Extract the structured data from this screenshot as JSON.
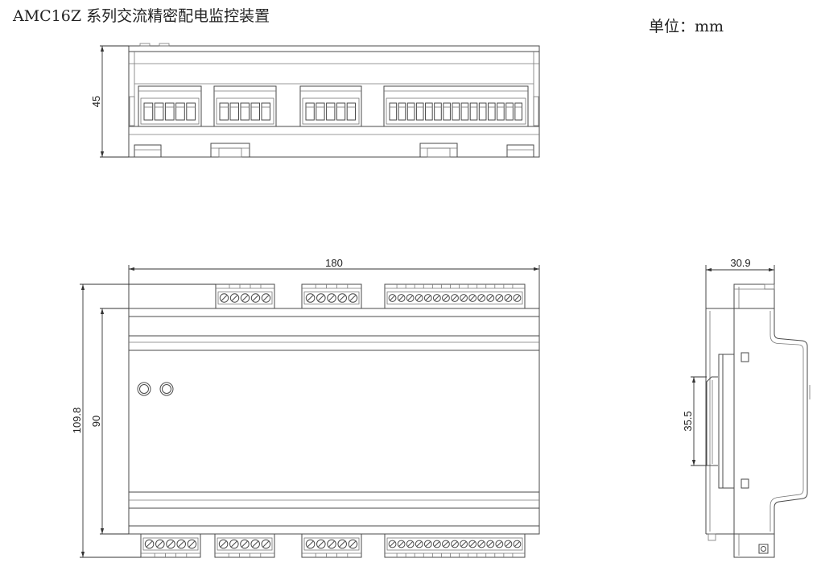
{
  "title": "AMC16Z 系列交流精密配电监控装置",
  "unit_label": "单位：mm",
  "dimensions": {
    "top_view_height": "45",
    "width": "180",
    "overall_height": "109.8",
    "body_height": "90",
    "depth": "30.9",
    "rail_span": "35.5"
  },
  "colors": {
    "line": "#4a4a4a",
    "background": "#ffffff"
  }
}
